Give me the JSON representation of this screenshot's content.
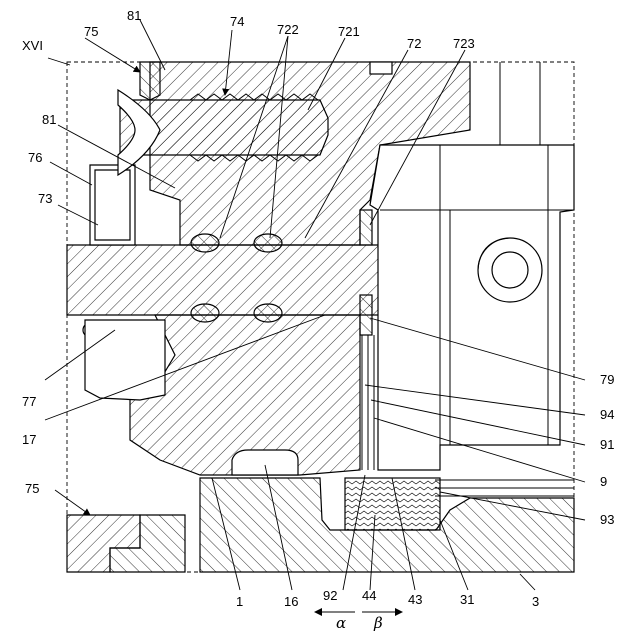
{
  "section_label": "XVI",
  "labels": {
    "l75a": "75",
    "l81a": "81",
    "l74": "74",
    "l722": "722",
    "l721": "721",
    "l72": "72",
    "l723": "723",
    "l81b": "81",
    "l76": "76",
    "l73": "73",
    "l77": "77",
    "l17": "17",
    "l75b": "75",
    "l79": "79",
    "l94": "94",
    "l91": "91",
    "l9": "9",
    "l93": "93",
    "l1": "1",
    "l16": "16",
    "l92": "92",
    "l44": "44",
    "l43": "43",
    "l31": "31",
    "l3": "3"
  },
  "direction": {
    "alpha": "α",
    "beta": "β"
  }
}
